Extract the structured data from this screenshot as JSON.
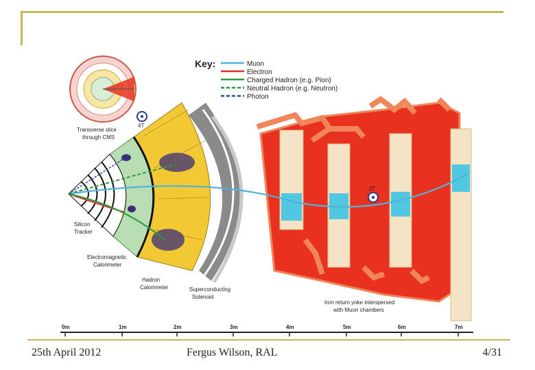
{
  "slide": {
    "date": "25th April 2012",
    "author": "Fergus Wilson, RAL",
    "page": "4/31"
  },
  "key": {
    "title": "Key:",
    "items": [
      {
        "label": "Muon",
        "color": "#4fb3d9",
        "style": "solid"
      },
      {
        "label": "Electron",
        "color": "#d9302a",
        "style": "solid"
      },
      {
        "label": "Charged Hadron (e.g. Pion)",
        "color": "#2a9d3a",
        "style": "solid"
      },
      {
        "label": "Neutral Hadron (e.g. Neutron)",
        "color": "#2a9d3a",
        "style": "dashed"
      },
      {
        "label": "Photon",
        "color": "#2b4a9e",
        "style": "dashed"
      }
    ]
  },
  "labels": {
    "field_inner": "4T",
    "field_outer": "2T",
    "transverse_slice": [
      "Transverse slice",
      "through CMS"
    ],
    "silicon_tracker": [
      "Silicon",
      "Tracker"
    ],
    "em_calorimeter": [
      "Electromagnetic",
      "Calorimeter"
    ],
    "hadron_calorimeter": [
      "Hadron",
      "Calorimeter"
    ],
    "solenoid": [
      "Superconducting",
      "Solenoid"
    ],
    "iron_yoke": [
      "Iron return yoke interspersed",
      "with Muon chambers"
    ]
  },
  "scale": [
    "0m",
    "1m",
    "2m",
    "3m",
    "4m",
    "5m",
    "6m",
    "7m"
  ],
  "colors": {
    "frame": "#c9b45a",
    "yoke_red": "#e8311f",
    "yoke_outline": "#f0855a",
    "calorimeter_yellow": "#f2c935",
    "tracker_green": "#b9ddb2",
    "muon_chamber": "#3fc3e3"
  }
}
